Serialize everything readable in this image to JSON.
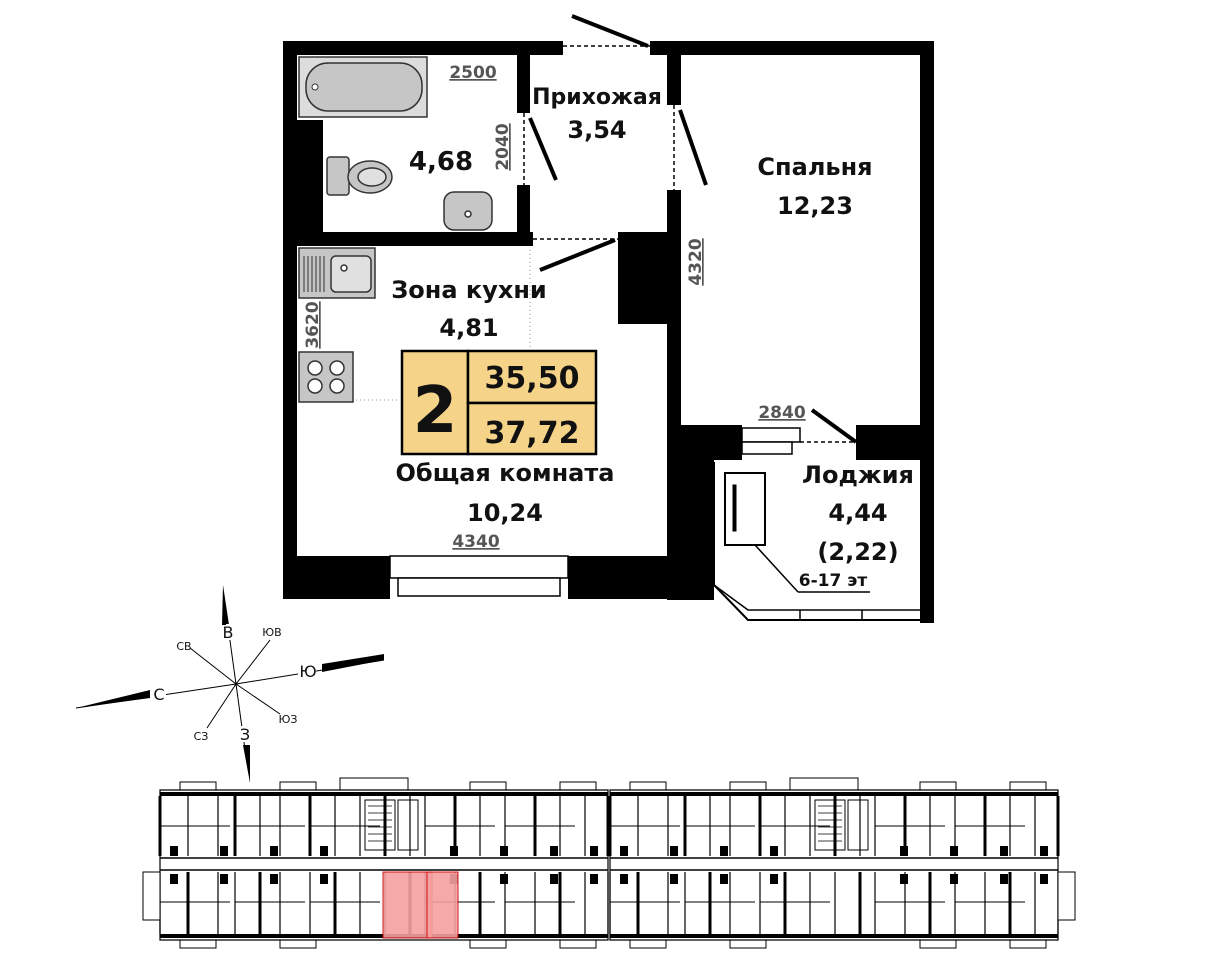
{
  "rooms": {
    "bathroom": {
      "area": "4,68"
    },
    "hallway": {
      "name": "Прихожая",
      "area": "3,54"
    },
    "bedroom": {
      "name": "Спальня",
      "area": "12,23"
    },
    "kitchen": {
      "name": "Зона кухни",
      "area": "4,81"
    },
    "living": {
      "name": "Общая комната",
      "area": "10,24"
    },
    "loggia": {
      "name": "Лоджия",
      "area": "4,44",
      "area_reduced": "(2,22)",
      "floors_note": "6-17 эт"
    }
  },
  "dimensions": {
    "bath_width": "2500",
    "bath_depth": "2040",
    "bedroom_depth": "4320",
    "kitchen_depth": "3620",
    "loggia_width": "2840",
    "living_width": "4340"
  },
  "summary": {
    "room_count": "2",
    "living_area": "35,50",
    "total_area": "37,72",
    "badge_color": "#f5d48a"
  },
  "compass": {
    "n": "В",
    "s": "З",
    "e": "Ю",
    "w": "С",
    "ne": "ЮВ",
    "nw": "СВ",
    "se": "ЮЗ",
    "sw": "СЗ"
  },
  "floor_plan": {
    "highlight_color": "#f4a0a0"
  }
}
